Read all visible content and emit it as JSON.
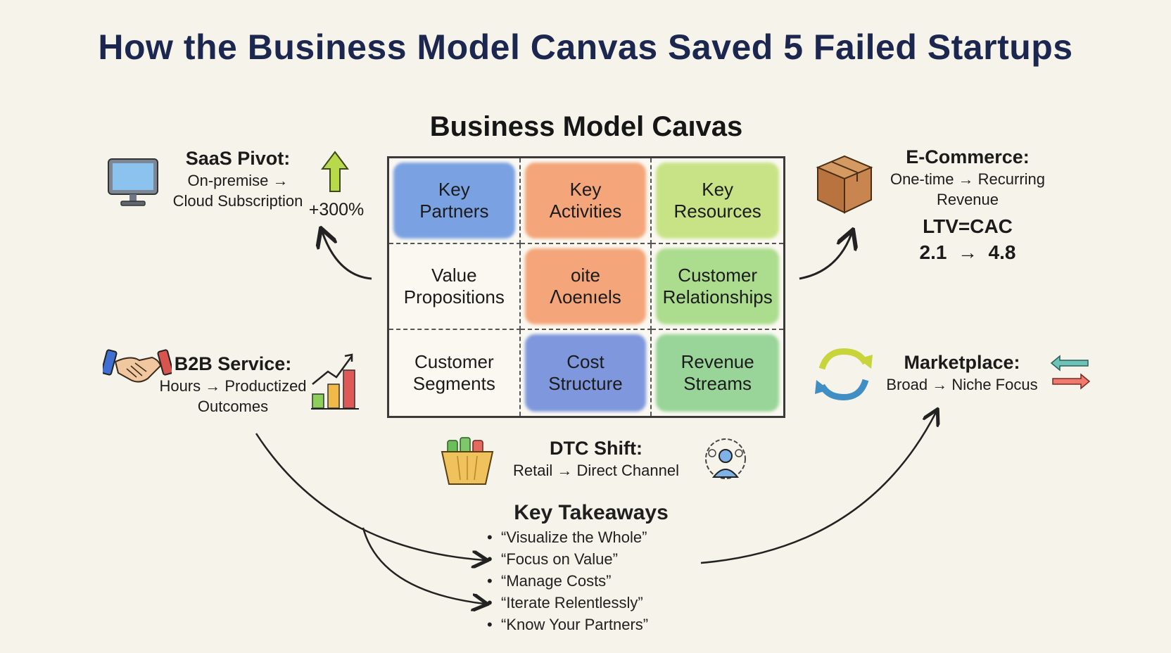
{
  "title": "How the Business Model Canvas Saved 5 Failed Startups",
  "canvas": {
    "title": "Business Model Caıvas",
    "cells": [
      {
        "label": "Key\nPartners",
        "color": "#4a80dd"
      },
      {
        "label": "Key\nActivities",
        "color": "#f2864c"
      },
      {
        "label": "Key\nResources",
        "color": "#b6dc5e"
      },
      {
        "label": "Value\nPropositions",
        "color": ""
      },
      {
        "label": "oite\nꓥoenıels",
        "color": "#f2864c"
      },
      {
        "label": "Customer\nRelationships",
        "color": "#8fd267"
      },
      {
        "label": "Customer\nSegments",
        "color": ""
      },
      {
        "label": "Cost\nStructure",
        "color": "#4f73d6"
      },
      {
        "label": "Revenue\nStreams",
        "color": "#74c776"
      }
    ]
  },
  "saas": {
    "head": "SaaS Pivot:",
    "line1": "On-premise →",
    "line2": "Cloud Subscription",
    "metric": "+300%",
    "icon": "monitor-icon"
  },
  "ecommerce": {
    "head": "E-Commerce:",
    "line1": "One-time → Recurring",
    "line2": "Revenue",
    "metric1": "LTV=CAC",
    "metric2": "2.1  →  4.8",
    "icon": "box-icon"
  },
  "b2b": {
    "head": "B2B Service:",
    "line1": "Hours → Productized",
    "line2": "Outcomes",
    "icon": "handshake-icon"
  },
  "marketplace": {
    "head": "Marketplace:",
    "line1": "Broad → Niche Focus",
    "icon": "cycle-arrows-icon"
  },
  "dtc": {
    "head": "DTC Shift:",
    "line1": "Retail → Direct Channel",
    "icon": "basket-icon"
  },
  "takeaways": {
    "head": "Key Takeaways",
    "items": [
      "“Visualize the Whole”",
      "“Focus on Value”",
      "“Manage Costs”",
      "“Iterate Relentlessly”",
      "“Know Your Partners”"
    ]
  }
}
